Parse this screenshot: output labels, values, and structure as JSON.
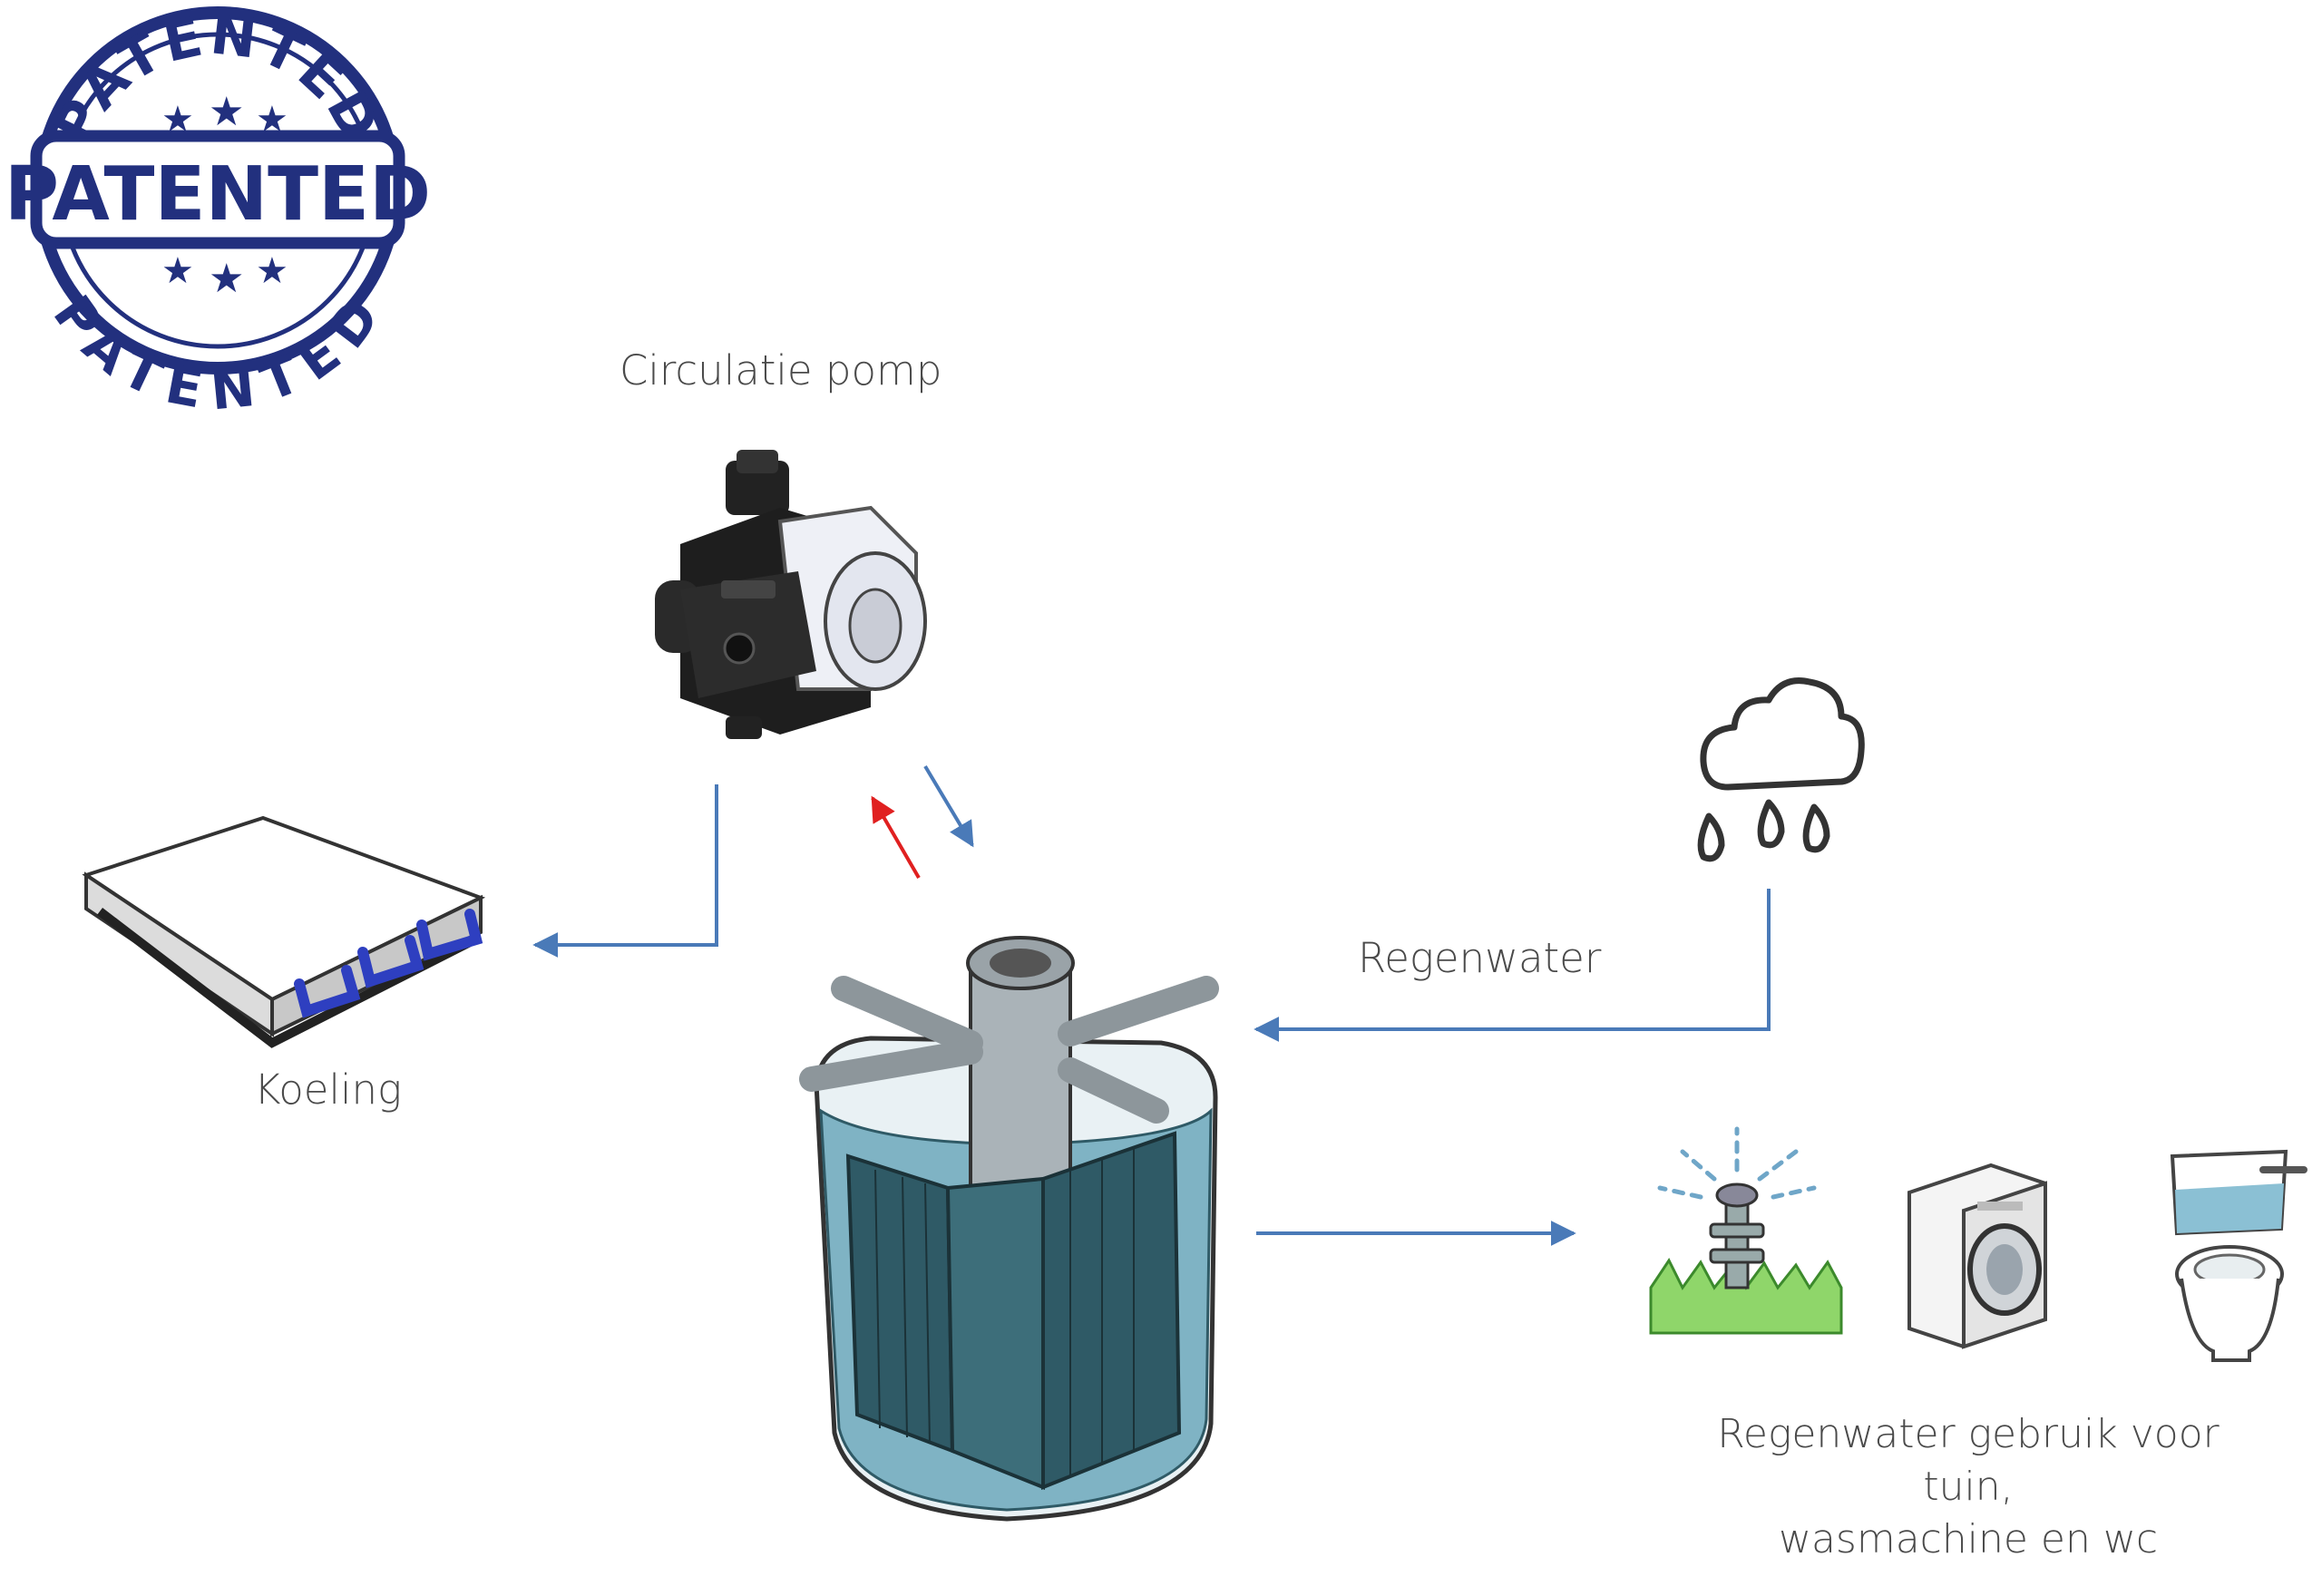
{
  "stamp": {
    "ring_top": "PATENTED",
    "band": "PATENTED",
    "ring_bottom": "PATENTED",
    "color": "#22307e"
  },
  "labels": {
    "pump": "Circulatie pomp",
    "cooling": "Koeling",
    "rainwater": "Regenwater",
    "usage_line1": "Regenwater gebruik voor tuin,",
    "usage_line2": "wasmachine en wc"
  },
  "colors": {
    "flow_blue": "#4a7ab8",
    "flow_red": "#e02020",
    "water": "#7fb3c4",
    "tank_core": "#2f5a66",
    "grass": "#8fd66a"
  },
  "icons": [
    "circulation-pump-icon",
    "cooling-unit-icon",
    "rain-cloud-icon",
    "water-tank-icon",
    "sprinkler-icon",
    "washing-machine-icon",
    "toilet-icon"
  ]
}
